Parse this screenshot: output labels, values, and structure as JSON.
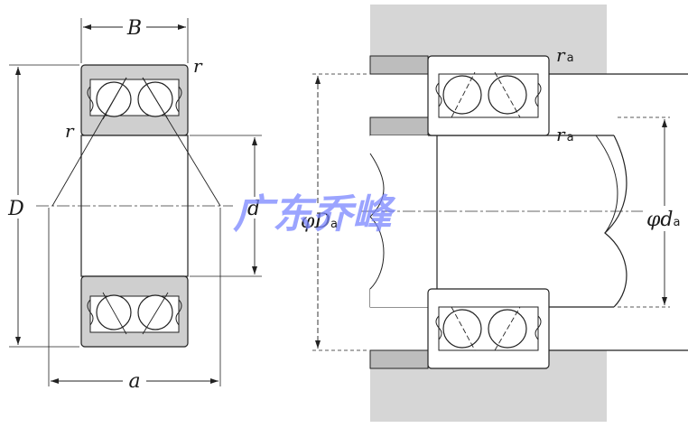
{
  "left_view": {
    "labels": {
      "width": "B",
      "outer_diameter": "D",
      "bore": "d",
      "load_center_distance": "a",
      "chamfer_top": "r",
      "chamfer_left": "r"
    }
  },
  "right_view": {
    "labels": {
      "housing_fillet_top_symbol": "r",
      "housing_fillet_top_sub": "a",
      "shaft_fillet_symbol": "r",
      "shaft_fillet_sub": "a",
      "housing_dia_prefix": "φ",
      "housing_dia_symbol": "D",
      "housing_dia_sub": "a",
      "shaft_dia_prefix": "φ",
      "shaft_dia_symbol": "d",
      "shaft_dia_sub": "a"
    }
  },
  "watermark": {
    "text": "广东乔峰",
    "color": "#7a86ff"
  }
}
